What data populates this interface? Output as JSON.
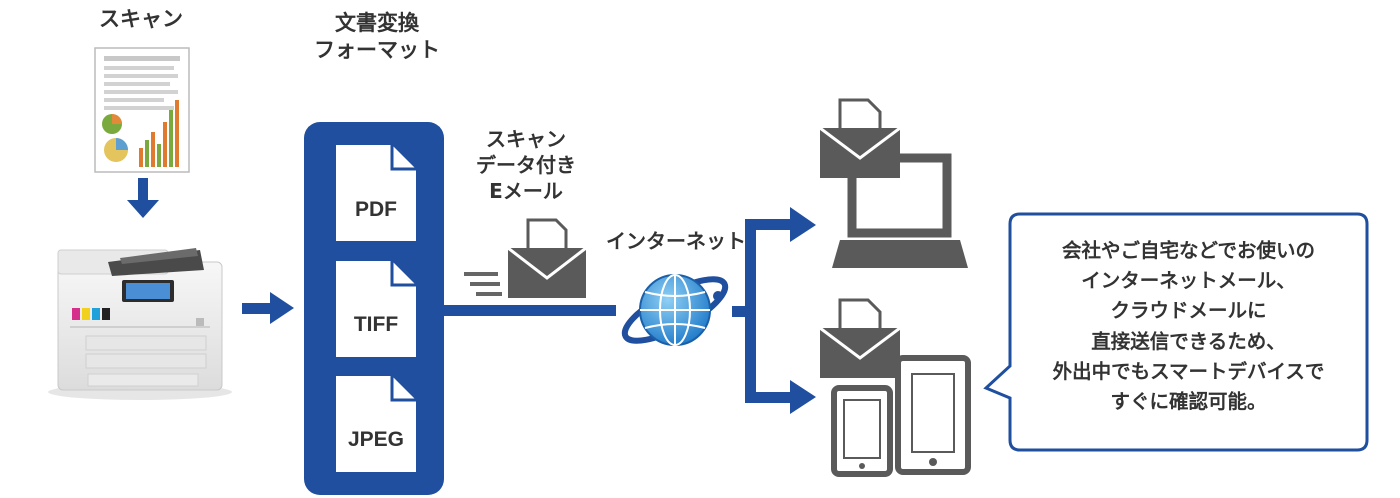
{
  "scan_label": "スキャン",
  "format_label": [
    "文書変換",
    "フォーマット"
  ],
  "formats": [
    "PDF",
    "TIFF",
    "JPEG"
  ],
  "email_label": [
    "スキャン",
    "データ付き",
    "Eメール"
  ],
  "internet_label": "インターネット",
  "callout_lines": [
    "会社やご自宅などでお使いの",
    "インターネットメール、",
    "クラウドメールに",
    "直接送信できるため、",
    "外出中でもスマートデバイスで",
    "すぐに確認可能。"
  ],
  "colors": {
    "accent_blue": "#1f4f9e",
    "icon_gray": "#5a5a5a",
    "doc_border": "#bbbbbb"
  }
}
